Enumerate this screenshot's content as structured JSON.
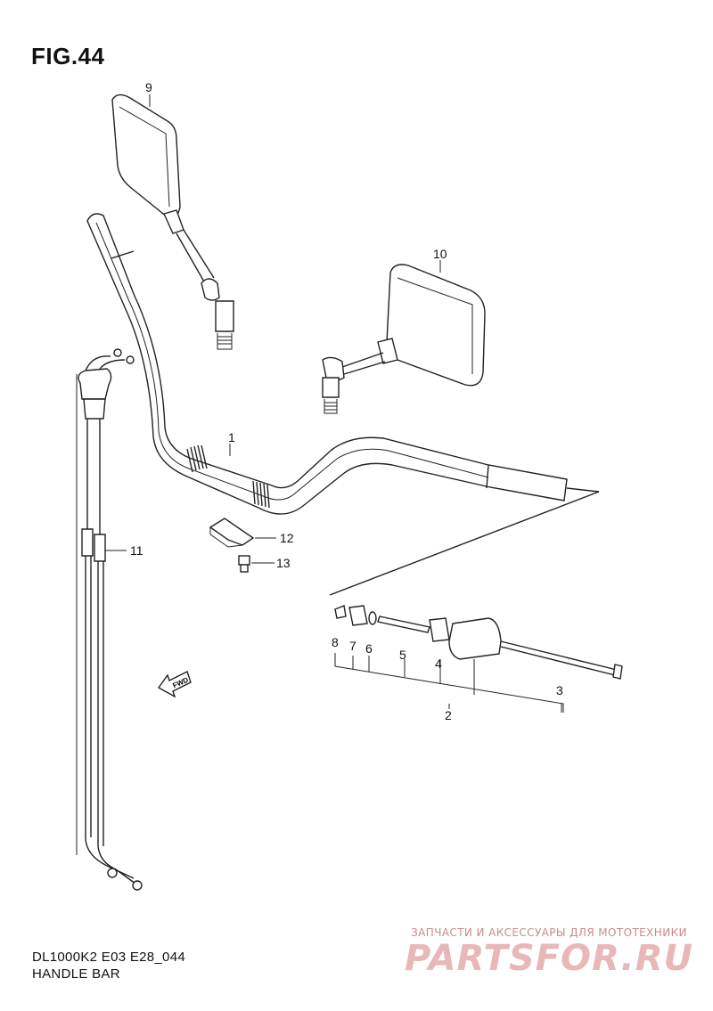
{
  "figure": {
    "title": "FIG.44"
  },
  "callouts": {
    "p1": "1",
    "p2": "2",
    "p3": "3",
    "p4": "4",
    "p5": "5",
    "p6": "6",
    "p7": "7",
    "p8": "8",
    "p9": "9",
    "p10": "10",
    "p11": "11",
    "p12": "12",
    "p13": "13"
  },
  "direction_marker": "FWD",
  "footer": {
    "model_code": "DL1000K2 E03 E28_044",
    "section_name": "HANDLE BAR"
  },
  "watermark": {
    "tagline": "ЗАПЧАСТИ И АКСЕССУАРЫ ДЛЯ МОТОТЕХНИКИ",
    "logo": "PARTSFOR.RU"
  }
}
